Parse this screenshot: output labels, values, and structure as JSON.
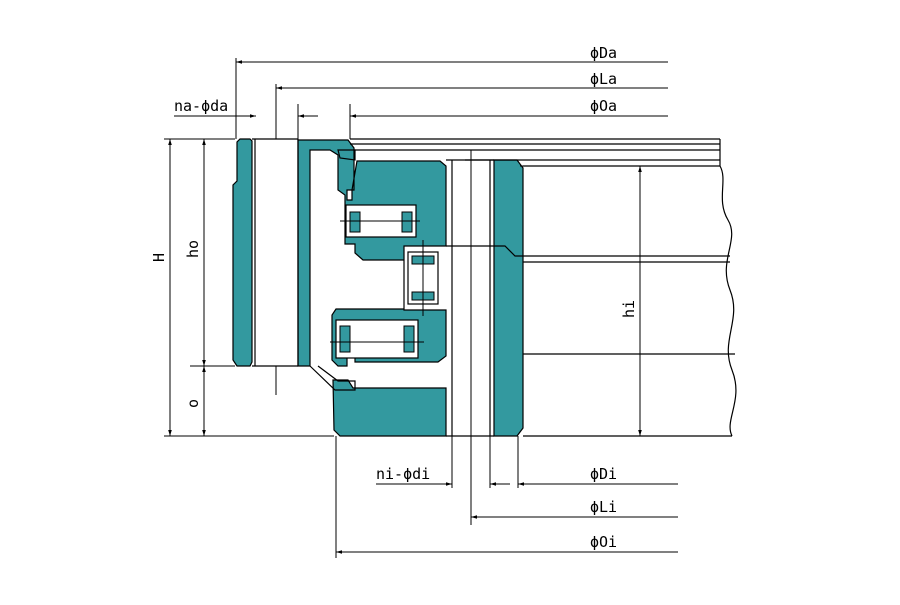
{
  "colors": {
    "body": "#33999f",
    "line": "#000000",
    "background": "#ffffff"
  },
  "labels": {
    "Da": "ϕDa",
    "La": "ϕLa",
    "Oa": "ϕOa",
    "na_da": "na-ϕda",
    "H": "H",
    "ho": "ho",
    "o": "o",
    "hi": "hi",
    "ni_di": "ni-ϕdi",
    "Di": "ϕDi",
    "Li": "ϕLi",
    "Oi": "ϕOi"
  }
}
